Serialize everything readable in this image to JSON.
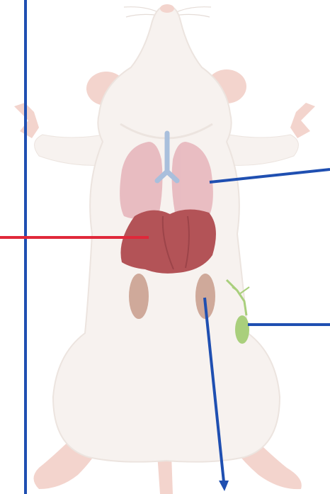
{
  "figure": {
    "subject": "mouse-ventral-anatomy",
    "organs": [
      "trachea",
      "lungs",
      "liver",
      "kidney-left",
      "kidney-right",
      "nerve-ganglion"
    ],
    "colors": {
      "body": "#f7f2ef",
      "body_outline": "#ece4df",
      "ears_paws": "#f3d4cd",
      "lungs": "#e7b7bd",
      "trachea": "#a9bfdc",
      "liver": "#b35357",
      "kidney": "#cfa99a",
      "nerve": "#a9cf7c",
      "pointer_blue": "#1f4fb1",
      "pointer_red": "#e0283a"
    }
  }
}
